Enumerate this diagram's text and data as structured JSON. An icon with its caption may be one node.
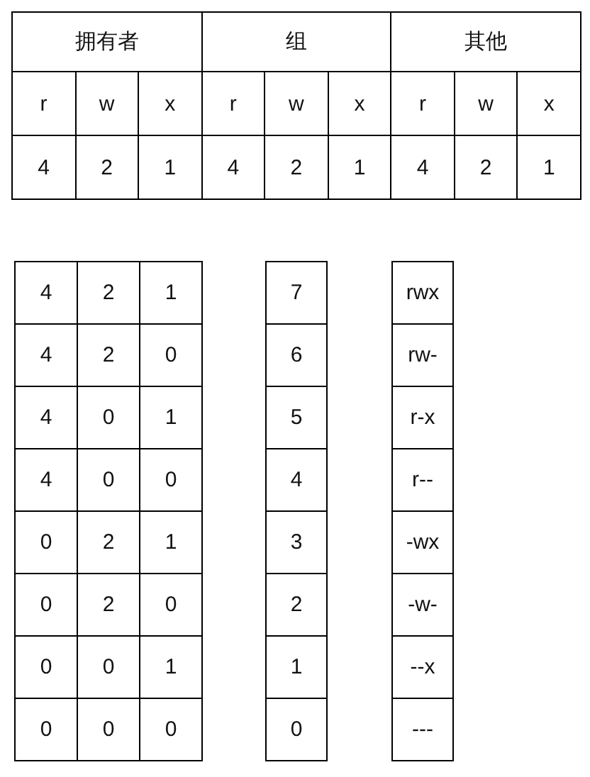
{
  "diagram": {
    "labels": [
      "拥有者",
      "组",
      "其他",
      "r",
      "w",
      "x",
      "r",
      "w",
      "x",
      "r",
      "w",
      "x",
      "4",
      "2",
      "1",
      "4",
      "2",
      "1",
      "4",
      "2",
      "1",
      "4",
      "2",
      "1",
      "4",
      "2",
      "0",
      "4",
      "0",
      "1",
      "4",
      "0",
      "0",
      "0",
      "2",
      "1",
      "0",
      "2",
      "0",
      "0",
      "0",
      "1",
      "0",
      "0",
      "0",
      "7",
      "6",
      "5",
      "4",
      "3",
      "2",
      "1",
      "0",
      "rwx",
      "rw-",
      "r-x",
      "r--",
      "-wx",
      "-w-",
      "--x",
      "---"
    ]
  }
}
